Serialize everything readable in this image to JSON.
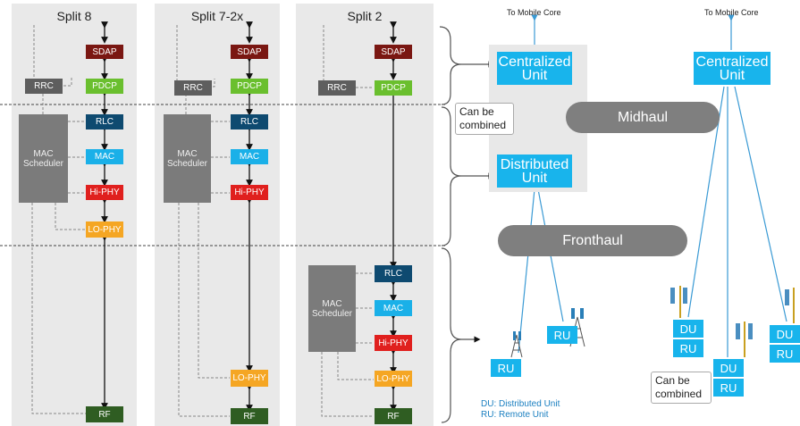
{
  "panels": [
    {
      "title": "Split 8"
    },
    {
      "title": "Split 7-2x"
    },
    {
      "title": "Split 2"
    }
  ],
  "layers": {
    "sdap": "SDAP",
    "pdcp": "PDCP",
    "rrc": "RRC",
    "rlc": "RLC",
    "mac": "MAC",
    "hi_phy": "Hi-PHY",
    "lo_phy": "LO-PHY",
    "rf": "RF",
    "mac_scheduler": "MAC Scheduler"
  },
  "right": {
    "to_mobile_core_1": "To Mobile Core",
    "to_mobile_core_2": "To Mobile Core",
    "centralized_unit": "Centralized Unit",
    "distributed_unit": "Distributed Unit",
    "midhaul": "Midhaul",
    "fronthaul": "Fronthaul",
    "can_be_combined": "Can be combined",
    "ru": "RU",
    "du": "DU",
    "legend_du": "DU: Distributed Unit",
    "legend_ru": "RU: Remote Unit"
  },
  "colors": {
    "sdap": "#7a1712",
    "pdcp": "#6abf2e",
    "rrc": "#5e5e5e",
    "rlc": "#0e4a70",
    "mac": "#1ab0e8",
    "hi_phy": "#e0201e",
    "lo_phy": "#f5a623",
    "rf": "#2f5d22",
    "unit_blue": "#18b4ec",
    "haul_gray": "#7f7f7f"
  }
}
